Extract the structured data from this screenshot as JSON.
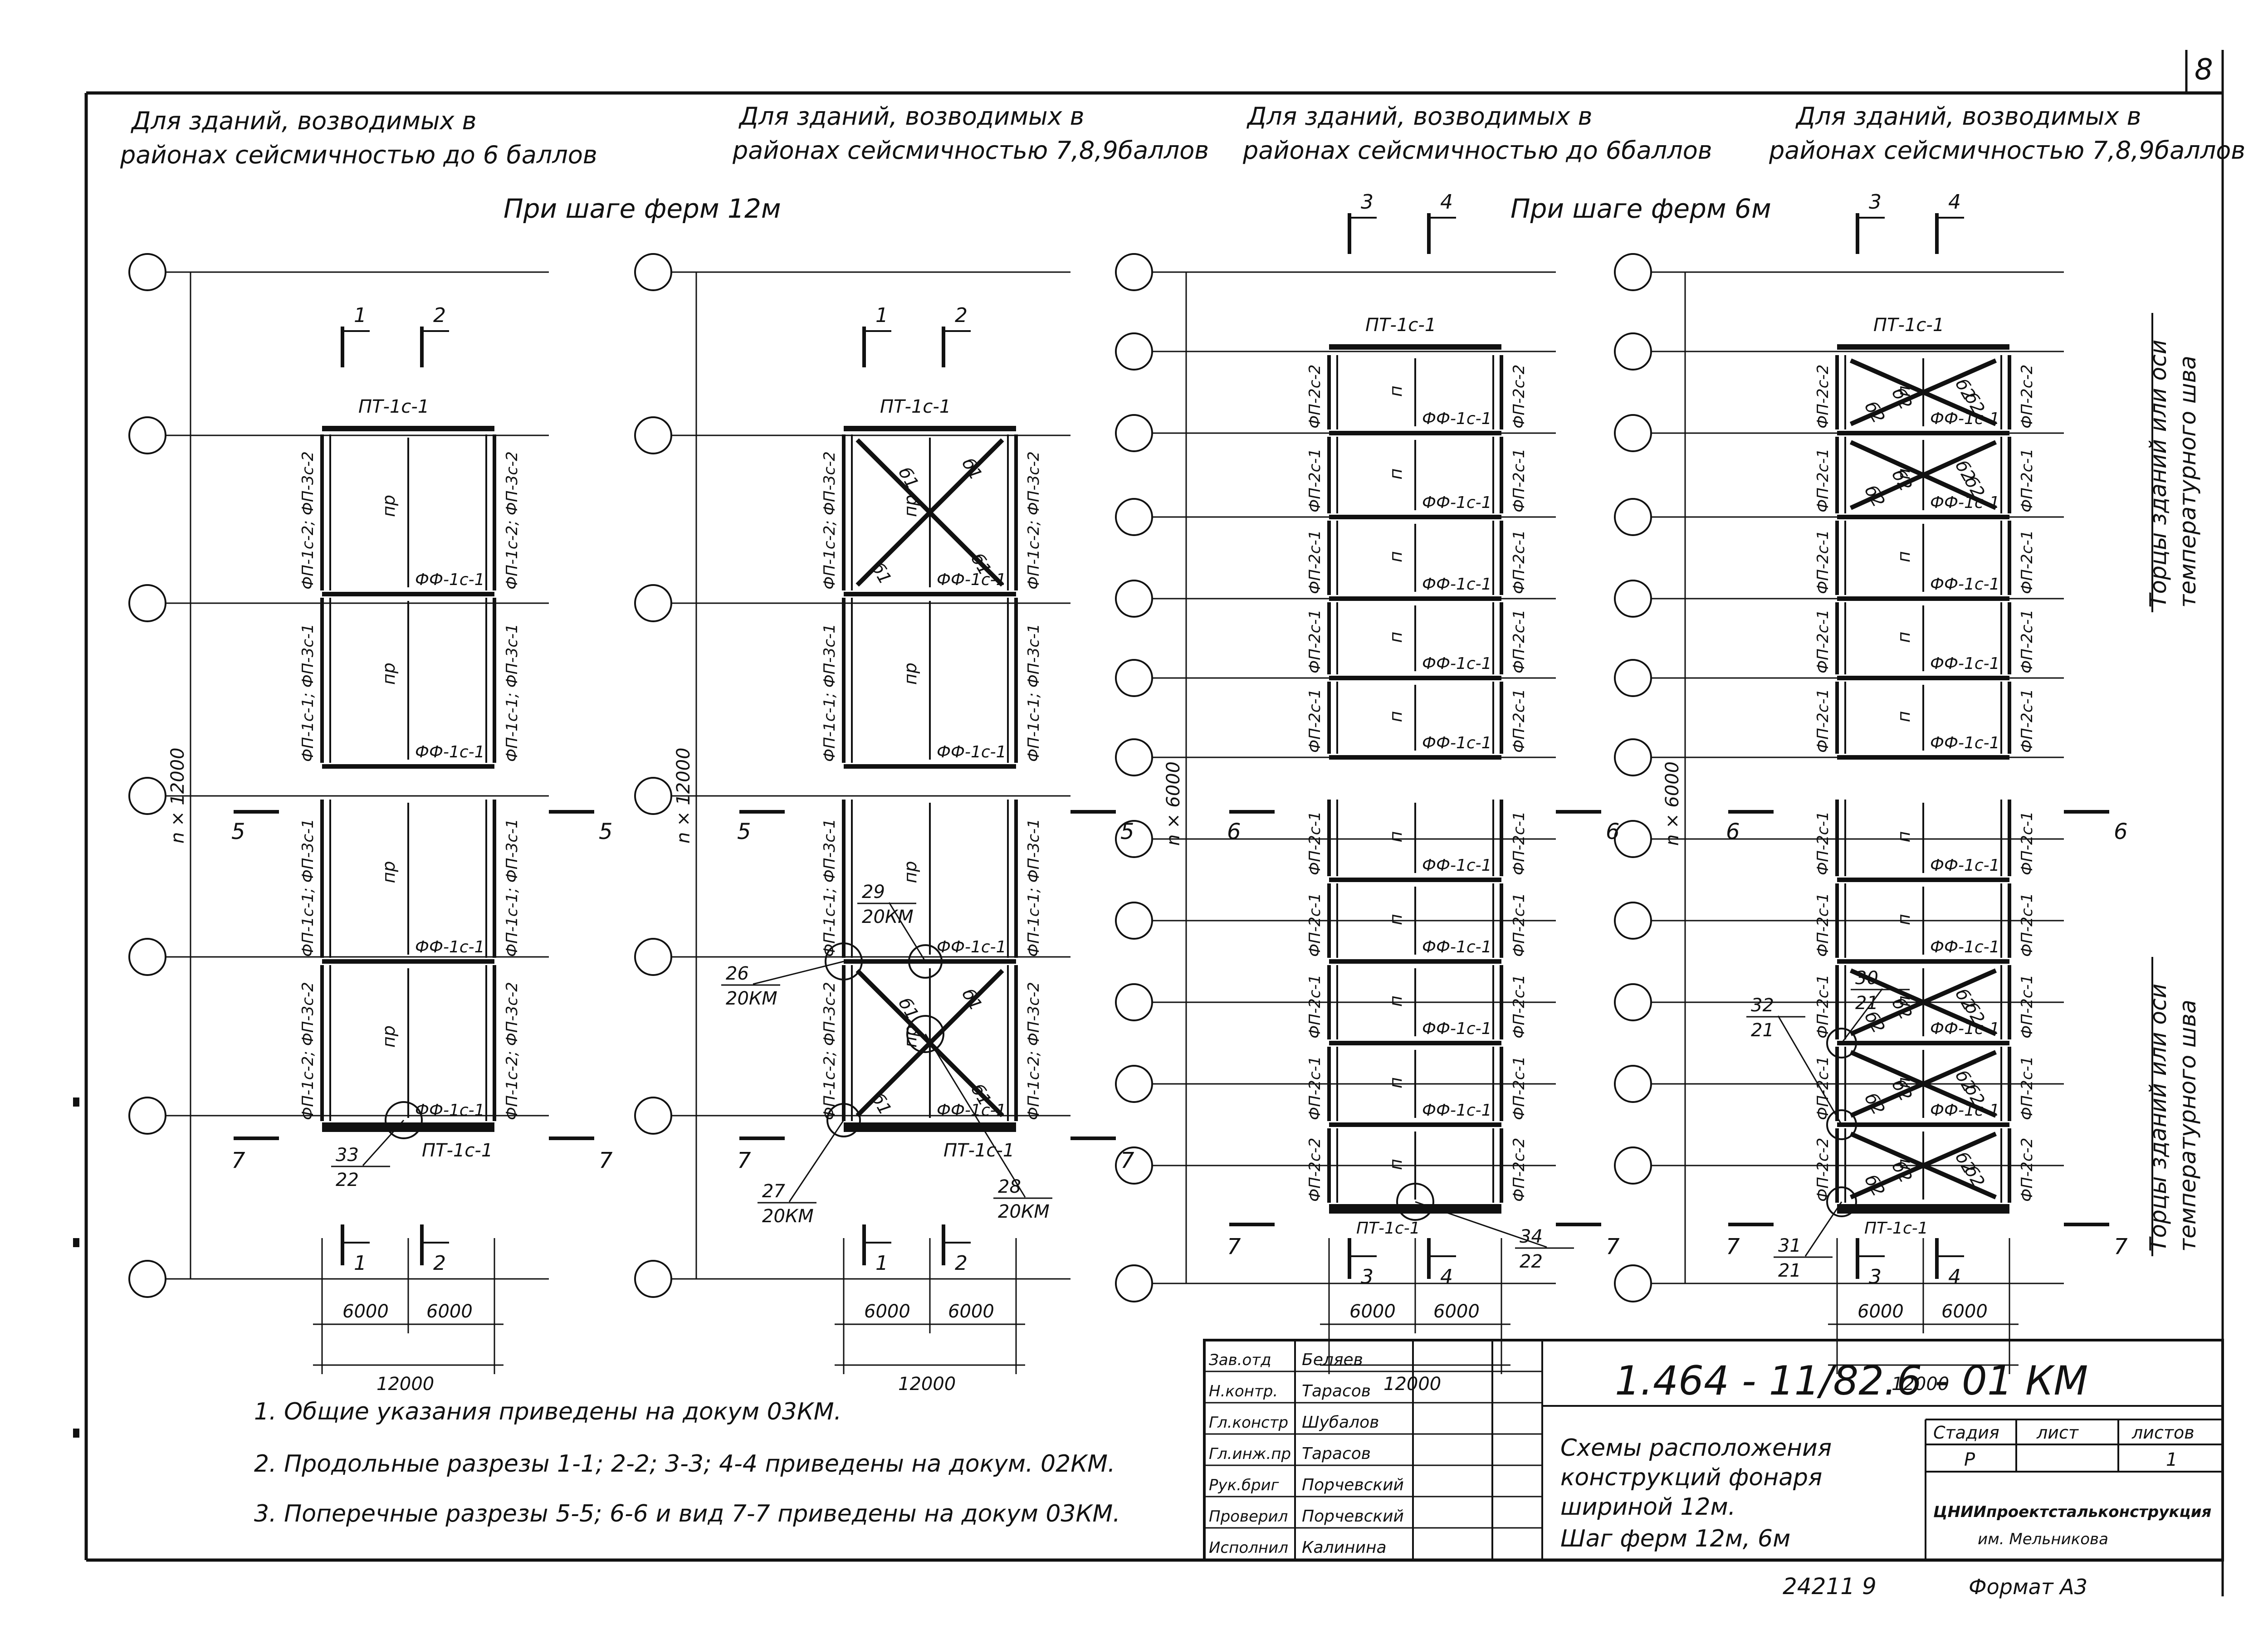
{
  "sheet": {
    "sheet_number": "8",
    "code": "1.464 - 11/82.6 - 01 КМ",
    "title_lines": [
      "Схемы расположения",
      "конструкций фонаря",
      "шириной 12м.",
      "Шаг ферм 12м, 6м"
    ],
    "stage_headers": [
      "Стадия",
      "лист",
      "листов"
    ],
    "stage_values": [
      "Р",
      "",
      "1"
    ],
    "organization_lines": [
      "ЦНИИпроектстальконструкция",
      "им. Мельникова"
    ],
    "bottom_number": "24211   9",
    "format": "Формат А3",
    "roles": [
      {
        "role": "Зав.отд",
        "name": "Беляев"
      },
      {
        "role": "Н.контр.",
        "name": "Тарасов"
      },
      {
        "role": "Гл.констр",
        "name": "Шубалов"
      },
      {
        "role": "Гл.инж.пр",
        "name": "Тарасов"
      },
      {
        "role": "Рук.бриг",
        "name": "Порчевский"
      },
      {
        "role": "Проверил",
        "name": "Порчевский"
      },
      {
        "role": "Исполнил",
        "name": "Калинина"
      }
    ]
  },
  "headers": {
    "h1": [
      "Для зданий, возводимых в",
      "районах сейсмичностью до 6 баллов"
    ],
    "h2": [
      "Для зданий, возводимых в",
      "районах сейсмичностью 7,8,9баллов"
    ],
    "h3": [
      "Для зданий, возводимых в",
      "районах сейсмичностью до 6баллов"
    ],
    "h4": [
      "Для зданий, возводимых в",
      "районах сейсмичностью 7,8,9баллов"
    ],
    "step12": "При шаге ферм 12м",
    "step6": "При шаге ферм 6м",
    "side_note": [
      "Торцы зданий или оси",
      "температурного шва"
    ]
  },
  "notes": [
    "1. Общие указания приведены на докум 03КМ.",
    "2. Продольные разрезы 1-1; 2-2; 3-3; 4-4 приведены на докум. 02КМ.",
    "3. Поперечные разрезы 5-5; 6-6 и вид 7-7 приведены на докум 03КМ."
  ],
  "labels": {
    "pt": "ПТ-1с-1",
    "pr": "пр",
    "p": "п",
    "ff": "ФФ-1с-1",
    "b1": "б1",
    "b2": "б2",
    "fp1c2": "ФП-1с-2; ФП-3с-2",
    "fp1c1": "ФП-1с-1; ФП-3с-1",
    "fp2c1": "ФП-2с-1",
    "fp2c2": "ФП-2с-2",
    "n12000": "n × 12000",
    "n6000": "n × 6000",
    "dim6000": "6000",
    "dim12000": "12000",
    "s1": "1",
    "s2": "2",
    "s3": "3",
    "s4": "4",
    "s5": "5",
    "s6": "6",
    "s7": "7",
    "node26": [
      "26",
      "20КМ"
    ],
    "node27": [
      "27",
      "20КМ"
    ],
    "node28": [
      "28",
      "20КМ"
    ],
    "node29": [
      "29",
      "20КМ"
    ],
    "node30": [
      "30",
      "21"
    ],
    "node31": [
      "31",
      "21"
    ],
    "node32": [
      "32",
      "21"
    ],
    "node33": [
      "33",
      "22"
    ],
    "node34": [
      "34",
      "22"
    ]
  }
}
